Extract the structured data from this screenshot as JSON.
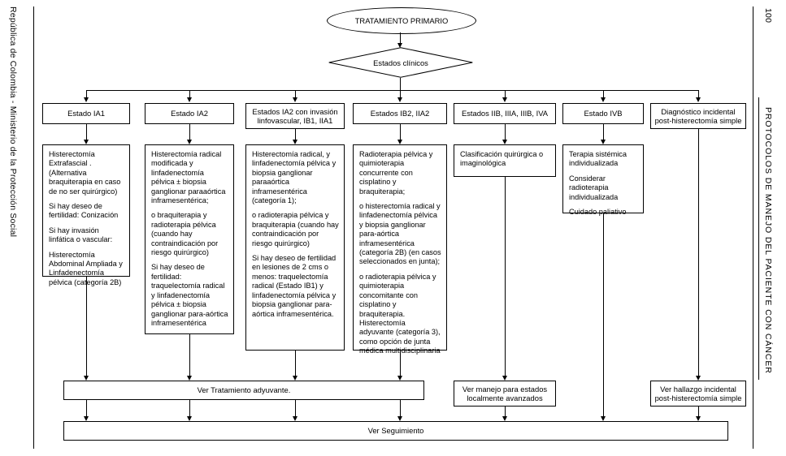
{
  "page": {
    "number": "100",
    "left_rail": "República de Colombia - Ministerio de la Protección Social",
    "right_rail": "PROTOCOLOS DE MANEJO DEL PACIENTE CON CÁNCER"
  },
  "flow": {
    "start": "TRATAMIENTO PRIMARIO",
    "decision": "Estados clínicos",
    "columns": [
      {
        "title": "Estado IA1",
        "body": [
          "Histerectomía Extrafascial . (Alternativa braquiterapia en caso de no ser quirúrgico)",
          "Si hay deseo de fertilidad: Conización",
          "Si hay invasión linfática o vascular:",
          "Histerectomía Abdominal Ampliada y Linfadenectomía pélvica (categoría 2B)"
        ],
        "outcome": "adjuvant"
      },
      {
        "title": "Estado IA2",
        "body": [
          "Histerectomía radical modificada y linfadenectomía pélvica ± biopsia ganglionar paraaórtica inframesentérica;",
          "o braquiterapia y radioterapia pélvica (cuando hay contraindicación por riesgo quirúrgico)",
          "Si hay deseo de fertilidad: traquelectomía radical y linfadenectomía pélvica ± biopsia ganglionar para-aórtica inframesentérica"
        ],
        "outcome": "adjuvant"
      },
      {
        "title": "Estados IA2 con invasión linfovascular, IB1, IIA1",
        "body": [
          "Histerectomía radical, y linfadenectomía pélvica y biopsia ganglionar paraaórtica inframesentérica (categoría 1);",
          "o radioterapia pélvica y braquiterapia (cuando hay contraindicación por riesgo quirúrgico)",
          "Si hay deseo de fertilidad en lesiones de 2 cms o menos: traquelectomía radical (Estado IB1) y linfadenectomía pélvica y biopsia ganglionar para-aórtica inframesentérica."
        ],
        "outcome": "adjuvant"
      },
      {
        "title": "Estados IB2, IIA2",
        "body": [
          "Radioterapia pélvica y quimioterapia concurrente con cisplatino y braquiterapia;",
          "o histerectomía radical y linfadenectomía pélvica y biopsia ganglionar para-aórtica inframesentérica (categoría 2B) (en casos seleccionados en junta);",
          "o radioterapia pélvica y quimioterapia concomitante con cisplatino y braquiterapia. Histerectomía adyuvante (categoría 3), como opción de junta médica multidisciplinaria"
        ],
        "outcome": "adjuvant"
      },
      {
        "title": "Estados IIB, IIIA, IIIB, IVA",
        "body": [
          "Clasificación  quirúrgica o imaginológica"
        ],
        "outcome": "locally-advanced"
      },
      {
        "title": "Estado IVB",
        "body": [
          "Terapia sistémica individualizada",
          "Considerar radioterapia individualizada",
          "Cuidado paliativo"
        ],
        "outcome": "seguimiento"
      },
      {
        "title": "Diagnóstico incidental post-histerectomía simple",
        "body": [],
        "outcome": "incidental"
      }
    ],
    "footers": {
      "adjuvant": "Ver Tratamiento adyuvante.",
      "locally_advanced": "Ver manejo para estados localmente avanzados",
      "incidental": "Ver hallazgo incidental post-histerectomía simple",
      "seguimiento": "Ver Seguimiento"
    }
  }
}
